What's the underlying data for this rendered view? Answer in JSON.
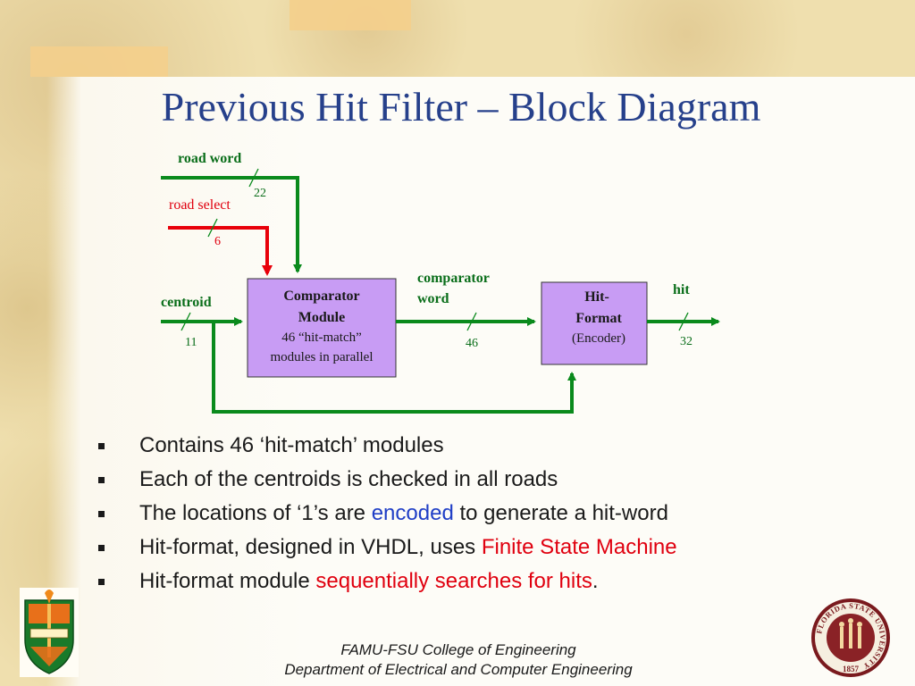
{
  "slide": {
    "title": "Previous Hit Filter – Block Diagram"
  },
  "diagram": {
    "road_word_label": "road word",
    "road_word_width": "22",
    "road_select_label": "road select",
    "road_select_width": "6",
    "centroid_label": "centroid",
    "centroid_width": "11",
    "comparator": {
      "line1": "Comparator",
      "line2": "Module",
      "line3": "46 “hit-match”",
      "line4": "modules in parallel"
    },
    "comparator_word_line1": "comparator",
    "comparator_word_line2": "word",
    "comparator_word_width": "46",
    "hitformat": {
      "line1": "Hit-",
      "line2": "Format",
      "line3": "(Encoder)"
    },
    "hit_label": "hit",
    "hit_width": "32",
    "colors": {
      "green_wire": "#0a8a1c",
      "red_wire": "#e8000a",
      "block_fill": "#c89cf4",
      "label_green": "#0a6e1a",
      "label_red": "#e0000f"
    }
  },
  "bullets": [
    {
      "parts": [
        {
          "text": "Contains 46 ‘hit-match’ modules",
          "style": ""
        }
      ]
    },
    {
      "parts": [
        {
          "text": "Each of the centroids is checked in all roads",
          "style": ""
        }
      ]
    },
    {
      "parts": [
        {
          "text": "The locations of ‘1’s are ",
          "style": ""
        },
        {
          "text": "encoded",
          "style": "blue"
        },
        {
          "text": " to generate a hit-word",
          "style": ""
        }
      ]
    },
    {
      "parts": [
        {
          "text": "Hit-format, designed in VHDL, uses ",
          "style": ""
        },
        {
          "text": "Finite State Machine",
          "style": "red"
        }
      ]
    },
    {
      "parts": [
        {
          "text": "Hit-format module ",
          "style": ""
        },
        {
          "text": "sequentially searches for hits",
          "style": "red"
        },
        {
          "text": ".",
          "style": ""
        }
      ]
    }
  ],
  "footer": {
    "line1": "FAMU-FSU College of Engineering",
    "line2": "Department of Electrical and Computer Engineering"
  },
  "logos": {
    "left": "famu-seal",
    "right": "fsu-seal",
    "right_seal_year": "1857",
    "right_seal_text": "FLORIDA STATE UNIVERSITY"
  }
}
